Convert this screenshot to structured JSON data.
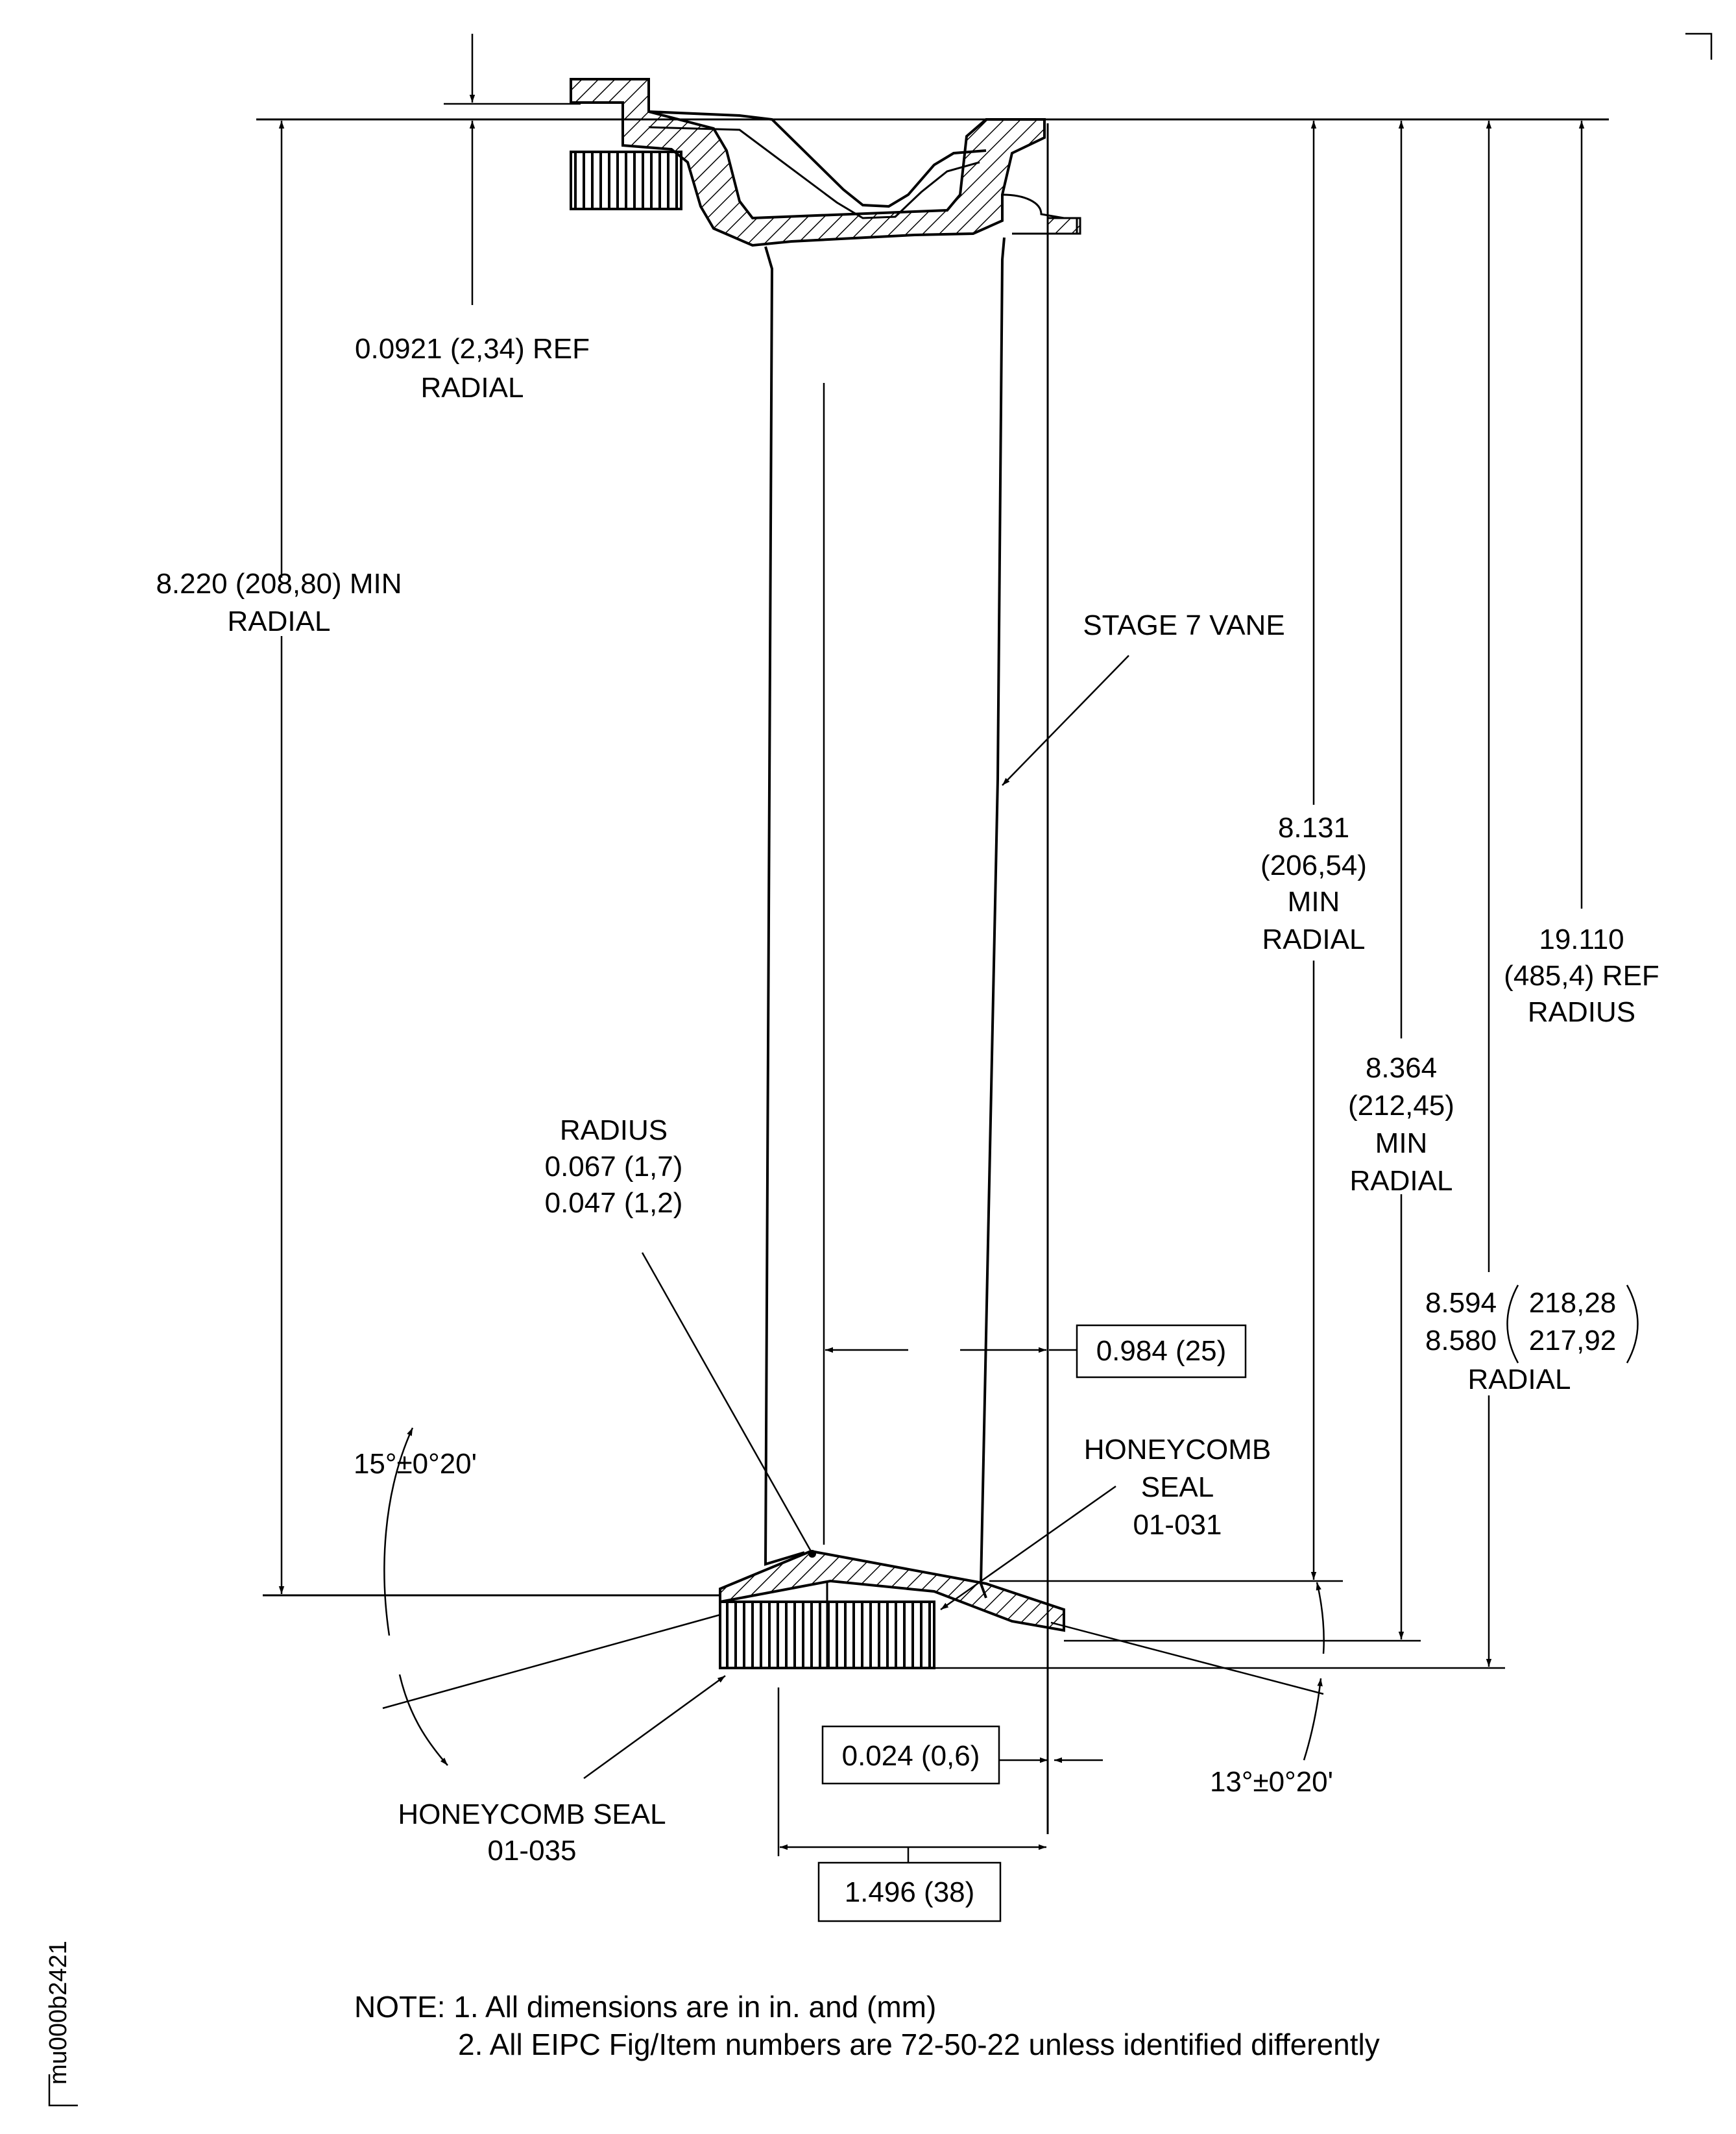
{
  "diagram": {
    "dim_ref_radial_gap": [
      "0.0921 (2,34) REF",
      "RADIAL"
    ],
    "dim_min_radial_left": [
      "8.220 (208,80) MIN",
      "RADIAL"
    ],
    "vane_label": "STAGE 7 VANE",
    "dim_8131": [
      "8.131",
      "(206,54)",
      "MIN",
      "RADIAL"
    ],
    "dim_19110": [
      "19.110",
      "(485,4) REF",
      "RADIUS"
    ],
    "dim_8364": [
      "8.364",
      "(212,45)",
      "MIN",
      "RADIAL"
    ],
    "dim_8594": {
      "inch_top": "8.594",
      "inch_bottom": "8.580",
      "mm_top": "218,28",
      "mm_bottom": "217,92",
      "suffix": "RADIAL"
    },
    "radius_note": [
      "RADIUS",
      "0.067 (1,7)",
      "0.047 (1,2)"
    ],
    "dim_0984": "0.984 (25)",
    "honeycomb_031": [
      "HONEYCOMB",
      "SEAL",
      "01-031"
    ],
    "angle_left": "15°±0°20'",
    "angle_right": "13°±0°20'",
    "dim_0024": "0.024 (0,6)",
    "honeycomb_035": [
      "HONEYCOMB SEAL",
      "01-035"
    ],
    "dim_1496": "1.496 (38)",
    "figure_id": "mu000b2421",
    "notes": [
      "NOTE: 1. All dimensions are in in. and (mm)",
      "2. All EIPC Fig/Item numbers are 72-50-22 unless identified differently"
    ]
  }
}
